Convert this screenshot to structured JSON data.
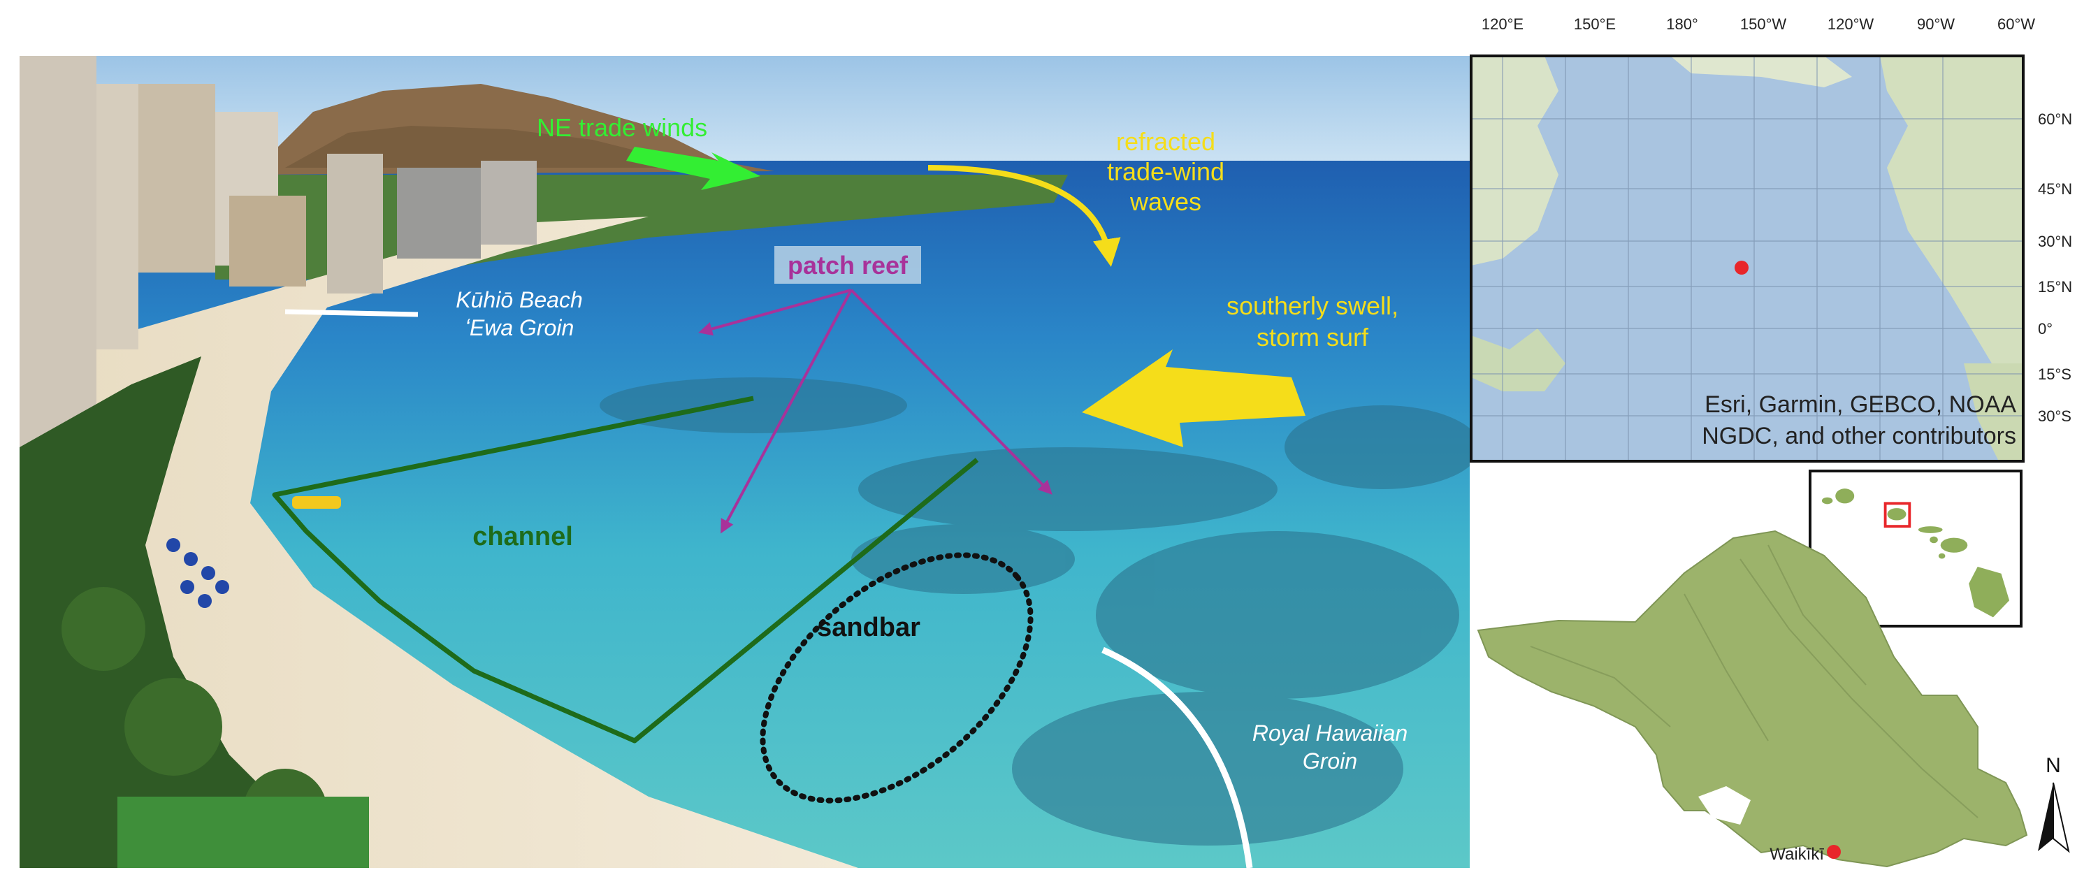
{
  "photo": {
    "labels": {
      "ne_trade_winds": "NE trade winds",
      "refracted_line1": "refracted",
      "refracted_line2": "trade-wind",
      "refracted_line3": "waves",
      "southerly_line1": "southerly swell,",
      "southerly_line2": "storm surf",
      "patch_reef": "patch reef",
      "kuhio_line1": "Kūhiō Beach",
      "kuhio_line2": "ʻEwa Groin",
      "channel": "channel",
      "sandbar": "sandbar",
      "royal_line1": "Royal Hawaiian",
      "royal_line2": "Groin"
    },
    "colors": {
      "trade_winds": "#33ee33",
      "waves_arrow": "#f5dd1a",
      "patch_reef": "#a8329a",
      "channel": "#1e6b1a",
      "sandbar": "#111111",
      "groin": "#ffffff"
    }
  },
  "map": {
    "lon_labels": [
      "120°E",
      "150°E",
      "180°",
      "150°W",
      "120°W",
      "90°W",
      "60°W"
    ],
    "lat_labels": [
      "60°N",
      "45°N",
      "30°N",
      "15°N",
      "0°",
      "15°S",
      "30°S"
    ],
    "attribution_line1": "Esri, Garmin, GEBCO, NOAA",
    "attribution_line2": "NGDC, and other contributors",
    "marker_color": "#e8262a"
  },
  "locator": {
    "highlight_color": "#e8262a",
    "land_color": "#8fae5a"
  },
  "oahu": {
    "place_label": "Waikīkī",
    "north_label": "N",
    "land_color": "#9cb36b",
    "marker_color": "#e8262a"
  }
}
